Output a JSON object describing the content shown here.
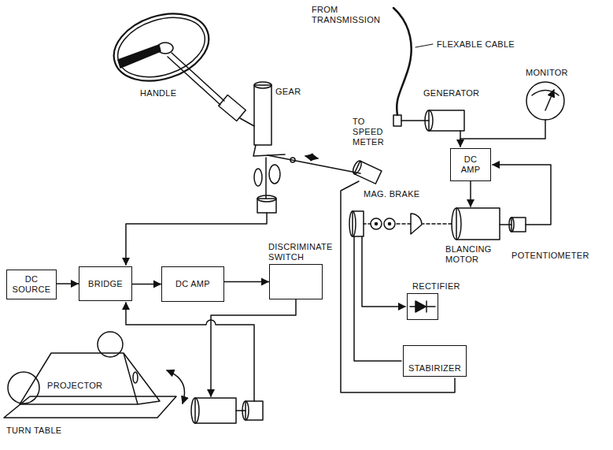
{
  "diagram": {
    "nodes": [
      {
        "text": [
          "DC AMP"
        ]
      },
      {
        "text": [
          "DISCRIMINATE SWITCH"
        ]
      },
      {
        "text": [
          "DC SOURCE"
        ]
      },
      {
        "text": [
          "BRIDGE"
        ]
      },
      {
        "text": [
          "DC AMP"
        ]
      },
      {
        "text": [
          "RECTIFIER"
        ]
      },
      {
        "text": [
          "STABIRIZER"
        ]
      },
      {
        "text": [
          "PROJECTOR"
        ]
      }
    ],
    "edges": [
      {
        "from": 2,
        "to": 3,
        "arrow": "to"
      },
      {
        "from": 3,
        "to": 4,
        "arrow": "to"
      },
      {
        "from": 4,
        "to": 1,
        "arrow": "to"
      }
    ],
    "labels": [
      "HANDLE",
      "GEAR",
      "FROM TRANSMISSION",
      "FLEXABLE CABLE",
      "TO SPEED METER",
      "GENERATOR",
      "MONITOR",
      "MAG. BRAKE",
      "BLANCING MOTOR",
      "POTENTIOMETER",
      "TURN TABLE"
    ]
  }
}
